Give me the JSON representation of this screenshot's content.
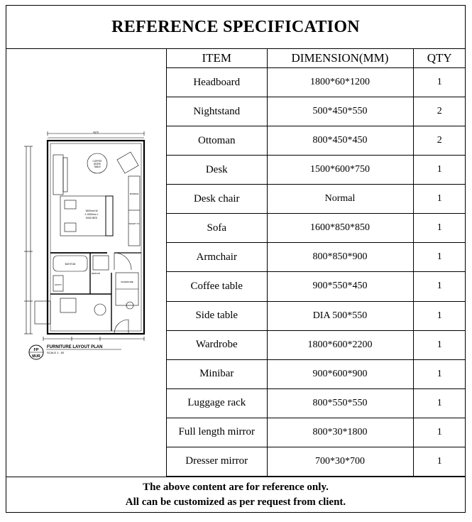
{
  "title": "REFERENCE SPECIFICATION",
  "table": {
    "headers": [
      "ITEM",
      "DIMENSION(MM)",
      "QTY"
    ],
    "rows": [
      {
        "item": "Headboard",
        "dimension": "1800*60*1200",
        "qty": "1"
      },
      {
        "item": "Nightstand",
        "dimension": "500*450*550",
        "qty": "2"
      },
      {
        "item": "Ottoman",
        "dimension": "800*450*450",
        "qty": "2"
      },
      {
        "item": "Desk",
        "dimension": "1500*600*750",
        "qty": "1"
      },
      {
        "item": "Desk chair",
        "dimension": "Normal",
        "qty": "1"
      },
      {
        "item": "Sofa",
        "dimension": "1600*850*850",
        "qty": "1"
      },
      {
        "item": "Armchair",
        "dimension": "800*850*900",
        "qty": "1"
      },
      {
        "item": "Coffee table",
        "dimension": "900*550*450",
        "qty": "1"
      },
      {
        "item": "Side table",
        "dimension": "DIA 500*550",
        "qty": "1"
      },
      {
        "item": "Wardrobe",
        "dimension": "1800*600*2200",
        "qty": "1"
      },
      {
        "item": "Minibar",
        "dimension": "900*600*900",
        "qty": "1"
      },
      {
        "item": "Luggage rack",
        "dimension": "800*550*550",
        "qty": "1"
      },
      {
        "item": "Full length mirror",
        "dimension": "800*30*1800",
        "qty": "1"
      },
      {
        "item": "Dresser mirror",
        "dimension": "700*30*700",
        "qty": "1"
      }
    ]
  },
  "plan": {
    "caption": "FURNITURE LAYOUT PLAN",
    "scale": "SCALE 1 : 50",
    "badge_top": "FP",
    "badge_bottom": "MUR",
    "overall_width": "4370",
    "labels": {
      "coffee": "COFFEE",
      "work": "WORK",
      "table": "TABLE",
      "bed1": "1800mm W",
      "bed2": "X 2000mm L",
      "bed3": "KING BED",
      "tv": "SMART TV",
      "minibar": "MINIBAR",
      "bathtub": "BATHTUB",
      "mirror": "MIRROR",
      "wardrobe": "WARDROBE",
      "vanity": "VANITY"
    }
  },
  "footer": {
    "line1": "The above content are for reference only.",
    "line2": "All can be customized as per request from client."
  }
}
